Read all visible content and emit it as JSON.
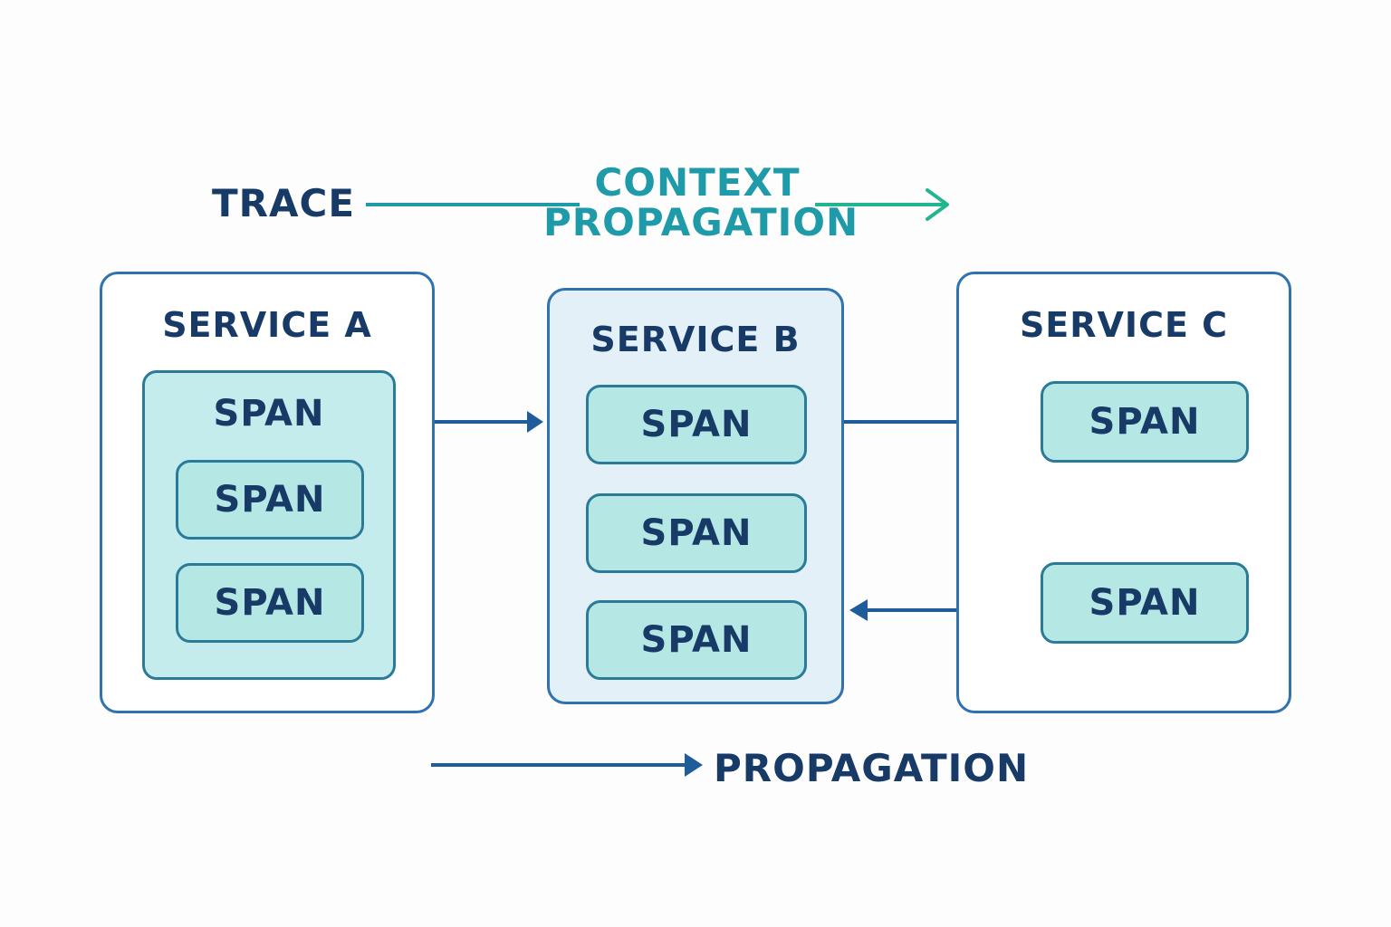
{
  "header": {
    "trace_label": "TRACE",
    "context_label": "CONTEXT PROPAGATION"
  },
  "footer": {
    "propagation_label": "PROPAGATION"
  },
  "services": {
    "a": {
      "title": "SERVICE A",
      "parent_span": "SPAN",
      "child_spans": [
        "SPAN",
        "SPAN"
      ]
    },
    "b": {
      "title": "SERVICE B",
      "spans": [
        "SPAN",
        "SPAN",
        "SPAN"
      ]
    },
    "c": {
      "title": "SERVICE C",
      "spans": [
        "SPAN",
        "SPAN"
      ]
    }
  },
  "colors": {
    "dark_blue": "#173a66",
    "border_blue": "#2f72ad",
    "arrow_blue": "#1f5c9a",
    "teal": "#1e9aa8",
    "teal_green": "#22b58f",
    "span_fill": "#b5e8e4",
    "service_b_fill": "#e3f0f7"
  }
}
